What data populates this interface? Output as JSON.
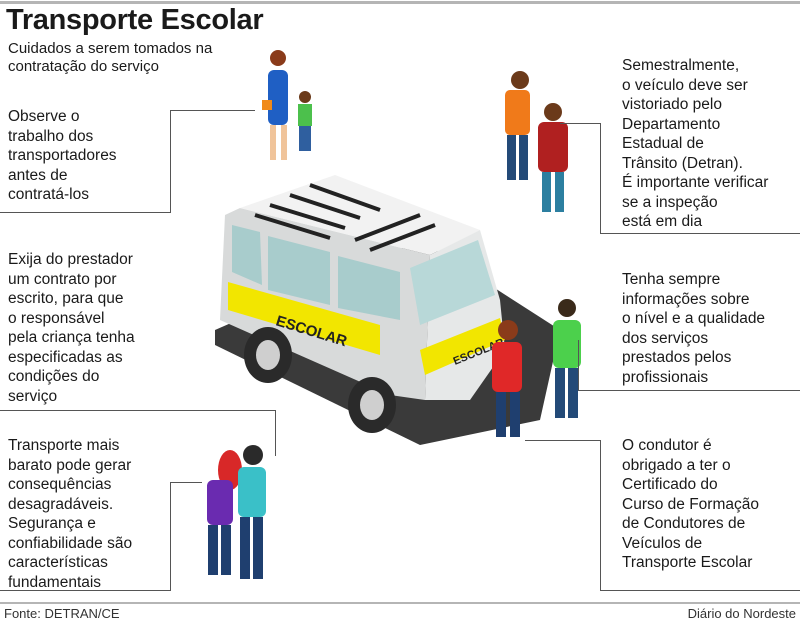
{
  "header": {
    "title": "Transporte Escolar",
    "subtitle": "Cuidados a serem tomados na contratação do serviço"
  },
  "van_label": "ESCOLAR",
  "tips_left": [
    {
      "lines": [
        "Observe o",
        "trabalho dos",
        "transportadores",
        "antes de",
        "contratá-los"
      ]
    },
    {
      "lines": [
        "Exija do prestador",
        "um contrato por",
        "escrito, para que",
        "o responsável",
        "pela criança tenha",
        "especificadas as",
        "condições do",
        "serviço"
      ]
    },
    {
      "lines": [
        "Transporte mais",
        "barato pode gerar",
        "consequências",
        "desagradáveis.",
        "Segurança e",
        "confiabilidade são",
        "características",
        "fundamentais"
      ]
    }
  ],
  "tips_right": [
    {
      "lines": [
        "Semestralmente,",
        "o veículo deve ser",
        "vistoriado pelo",
        "Departamento",
        "Estadual de",
        "Trânsito (Detran).",
        "É importante verificar",
        "se a inspeção",
        "está em dia"
      ]
    },
    {
      "lines": [
        "Tenha sempre",
        "informações sobre",
        "o nível e a qualidade",
        "dos serviços",
        "prestados pelos",
        "profissionais"
      ]
    },
    {
      "lines": [
        "O condutor é",
        "obrigado a ter o",
        "Certificado do",
        "Curso de Formação",
        "de Condutores de",
        "Veículos de",
        "Transporte Escolar"
      ]
    }
  ],
  "footer": {
    "source": "Fonte: DETRAN/CE",
    "credit": "Diário do Nordeste"
  },
  "colors": {
    "van_body": "#e6e8e8",
    "stripe": "#f2e600",
    "glass": "#b8d8d8",
    "ground": "#3a3a3a"
  }
}
